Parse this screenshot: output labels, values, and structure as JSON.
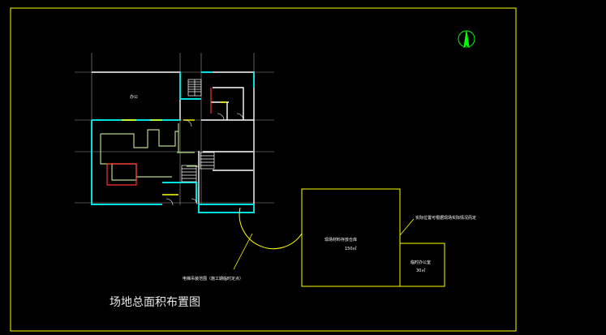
{
  "drawing": {
    "title": "场地总面积布置图",
    "building_room_label": "办公",
    "zones": {
      "storage": {
        "name": "现场材料存放仓库",
        "area": "150㎡"
      },
      "office": {
        "name": "临时办公室",
        "area": "30㎡"
      }
    },
    "callouts": {
      "adjust_note": "实际位置可根据现场实际情况而定",
      "crane_note": "电梯吊装范围（施工期临时定点）"
    }
  },
  "colors": {
    "background": "#000000",
    "frame": "#ffff00",
    "outline": "#ffff00",
    "building_wall": "#ffffff",
    "cyan_wall": "#00e0e0",
    "grid": "#9a9a9a",
    "interior": "#b5d68a",
    "red_wall": "#ff3030",
    "north_symbol": "#00ff00"
  },
  "icons": {
    "north_arrow": "north-arrow-icon",
    "stair": "stair-icon",
    "door": "door-swing-icon"
  }
}
